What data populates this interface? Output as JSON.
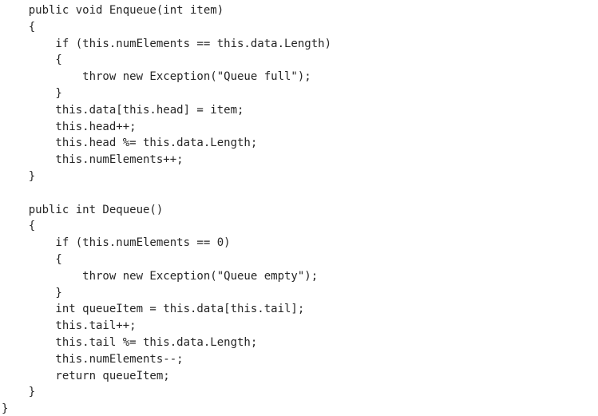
{
  "document": {
    "kind": "code-listing",
    "language": "csharp",
    "ink_color": "#262626",
    "background_color": "#ffffff"
  },
  "code": {
    "lines": [
      "    public void Enqueue(int item)",
      "    {",
      "        if (this.numElements == this.data.Length)",
      "        {",
      "            throw new Exception(\"Queue full\");",
      "        }",
      "        this.data[this.head] = item;",
      "        this.head++;",
      "        this.head %= this.data.Length;",
      "        this.numElements++;",
      "    }",
      "",
      "    public int Dequeue()",
      "    {",
      "        if (this.numElements == 0)",
      "        {",
      "            throw new Exception(\"Queue empty\");",
      "        }",
      "        int queueItem = this.data[this.tail];",
      "        this.tail++;",
      "        this.tail %= this.data.Length;",
      "        this.numElements--;",
      "        return queueItem;",
      "    }",
      "}"
    ]
  }
}
